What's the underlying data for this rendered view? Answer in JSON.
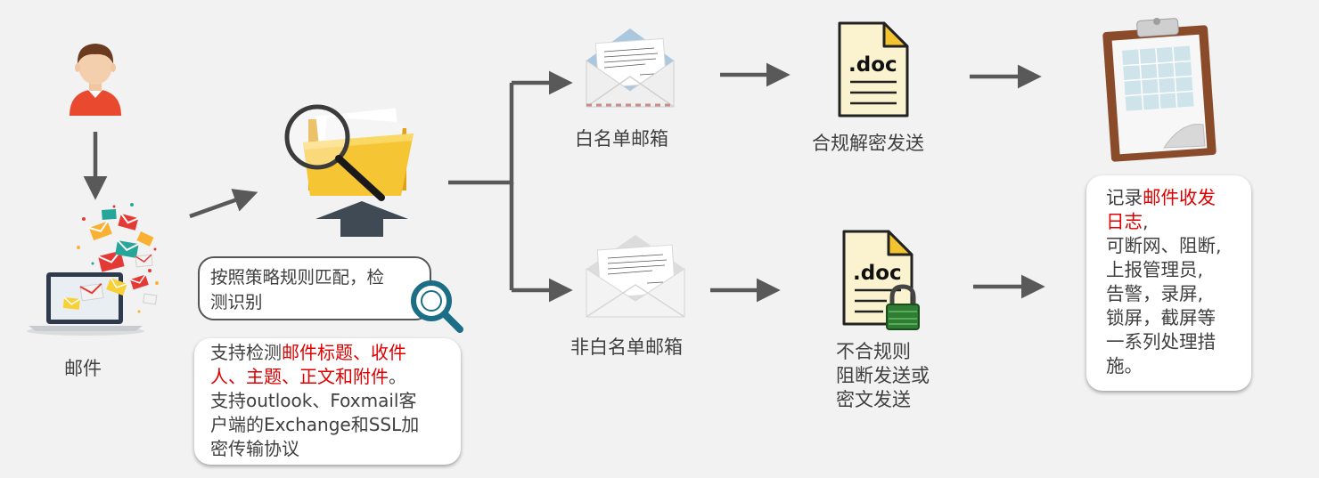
{
  "labels": {
    "mail": "邮件",
    "whitelist": "白名单邮箱",
    "compliant": "合规解密发送",
    "non_whitelist": "非白名单邮箱",
    "noncompliant_1": "不合规则",
    "noncompliant_2": "阻断发送或",
    "noncompliant_3": "密文发送"
  },
  "doc_label": ".doc",
  "policy_box": {
    "line1": "按照策略规则匹配，检",
    "line2": "测识别"
  },
  "support_box": {
    "p1_prefix": "支持检测",
    "p1_red_a": "邮件标题、收件",
    "p1_red_b": "人、主题、正文和附件",
    "p1_suffix": "。",
    "p2_l1": "支持outlook、Foxmail客",
    "p2_l2": "户端的Exchange和SSL加",
    "p2_l3": "密传输协议"
  },
  "log_box": {
    "prefix": "记录",
    "red_a": "邮件收发",
    "red_b": "日志",
    "comma": ",",
    "l3": "可断网、阻断,",
    "l4": "上报管理员,",
    "l5": "告警，录屏,",
    "l6": "锁屏，截屏等",
    "l7": "一系列处理措",
    "l8": "施。"
  },
  "colors": {
    "arrow": "#595959",
    "highlight": "#e00000",
    "folder": "#f4c430",
    "doc_fill": "#fbf3cf",
    "lock": "#2e7d32"
  }
}
